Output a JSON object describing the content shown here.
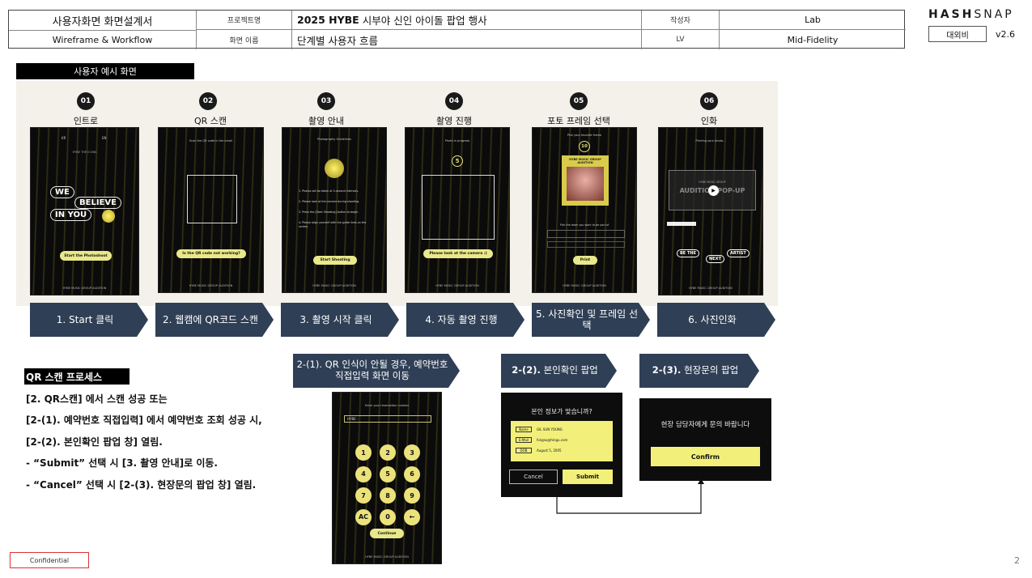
{
  "header": {
    "doc_title": "사용자화면 화면설계서",
    "doc_subtitle": "Wireframe & Workflow",
    "project_label": "프로젝트명",
    "project_bold": "2025 HYBE",
    "project_rest": "시부야 신인 아이돌 팝업 행사",
    "screen_label": "화면 이름",
    "screen_value": "단계별 사용자 흐름",
    "author_label": "작성자",
    "author_value": "Lab",
    "lv_label": "LV",
    "lv_value": "Mid-Fidelity"
  },
  "brand": {
    "bold": "HASH",
    "rest": "SNAP",
    "badge": "대외비",
    "version": "v2.6"
  },
  "section_label": "사용자 예시 화면",
  "steps": [
    {
      "num": "01",
      "title": "인트로",
      "arrow": "1. Start 클릭"
    },
    {
      "num": "02",
      "title": "QR 스캔",
      "arrow": "2. 웹캠에 QR코드 스캔"
    },
    {
      "num": "03",
      "title": "촬영 안내",
      "arrow": "3. 촬영 시작 클릭"
    },
    {
      "num": "04",
      "title": "촬영 진행",
      "arrow": "4. 자동 촬영 진행"
    },
    {
      "num": "05",
      "title": "포토 프레임 선택",
      "arrow": "5. 사진확인 및 프레임 선택"
    },
    {
      "num": "06",
      "title": "인화",
      "arrow": "6. 사진인화"
    }
  ],
  "phones": {
    "p1": {
      "badges": [
        "KR",
        "EN"
      ],
      "sub": "HYBE THE ICONS",
      "words": [
        "WE",
        "BELIEVE",
        "IN YOU"
      ],
      "button": "Start the Photoshoot",
      "footer": "HYBE MUSIC GROUP AUDITION"
    },
    "p2": {
      "top": "Scan the QR code in the email",
      "button": "Is the QR code not working?",
      "footer": "HYBE MUSIC GROUP AUDITION"
    },
    "p3": {
      "top": "Photography Guidelines",
      "lines": [
        "1. Photos will be taken at 5-second intervals.",
        "2. Please look at the camera during shooting.",
        "3. Press the [Start Shooting] button to begin.",
        "4. Please align yourself with the guide lines on the screen."
      ],
      "button": "Start Shooting",
      "footer": "HYBE MUSIC GROUP AUDITION"
    },
    "p4": {
      "top": "Photo in progress",
      "count": "5",
      "button": "Please look at the camera :)",
      "footer": "HYBE MUSIC GROUP AUDITION"
    },
    "p5": {
      "top": "Pick your favorite frame",
      "count": "10",
      "frame_title": "HYBE MUSIC GROUP AUDITION",
      "question": "Pick the team you want to be part of",
      "button": "Print",
      "footer": "HYBE MUSIC GROUP AUDITION"
    },
    "p6": {
      "top": "Printing your photo...",
      "banner": "AUDITION POP-UP",
      "banner_sub": "HYBE MUSIC GROUP",
      "tags": [
        "BE THE",
        "NEXT",
        "ARTIST"
      ],
      "footer": "HYBE MUSIC GROUP AUDITION"
    }
  },
  "sub_arrows": {
    "a1": "2-(1). QR 인식이 안될 경우, 예약번호 직접입력 화면 이동",
    "a2_bold": "2-(2).",
    "a2_rest": "본인확인 팝업",
    "a3_bold": "2-(3).",
    "a3_rest": "현장문의 팝업"
  },
  "qr_process": {
    "title": "QR 스캔 프로세스",
    "lines": [
      "[2. QR스캔] 에서 스캔 성공 또는",
      "[2-(1). 예약번호 직접입력] 에서 예약번호 조회 성공 시,",
      "[2-(2). 본인확인 팝업 창] 열림.",
      "-   “Submit” 선택 시 [3. 촬영 안내]로 이동.",
      "-   “Cancel” 선택 시 [2-(3). 현장문의 팝업 창] 열림."
    ]
  },
  "keypad": {
    "top": "Enter your reservation number",
    "prefix": "HYBE -",
    "keys": [
      "1",
      "2",
      "3",
      "4",
      "5",
      "6",
      "7",
      "8",
      "9",
      "AC",
      "0",
      "←"
    ],
    "button": "Continue",
    "footer": "HYBE MUSIC GROUP AUDITION"
  },
  "verify_popup": {
    "question": "본인 정보가 맞습니까?",
    "rows": [
      {
        "label": "Name",
        "value": "GIL SUN YOUNG"
      },
      {
        "label": "E-Mail",
        "value": "hingsu@hingu.com"
      },
      {
        "label": "DOB",
        "value": "August 5, 2005"
      }
    ],
    "cancel": "Cancel",
    "submit": "Submit"
  },
  "contact_popup": {
    "message": "현장 담당자에게 문의 바랍니다",
    "confirm": "Confirm"
  },
  "footer": {
    "confidential": "Confidential",
    "page": "2"
  },
  "colors": {
    "arrow_bg": "#2f3f55",
    "accent_yellow": "#f2f07a",
    "panel_bg": "#f3f1ea"
  }
}
